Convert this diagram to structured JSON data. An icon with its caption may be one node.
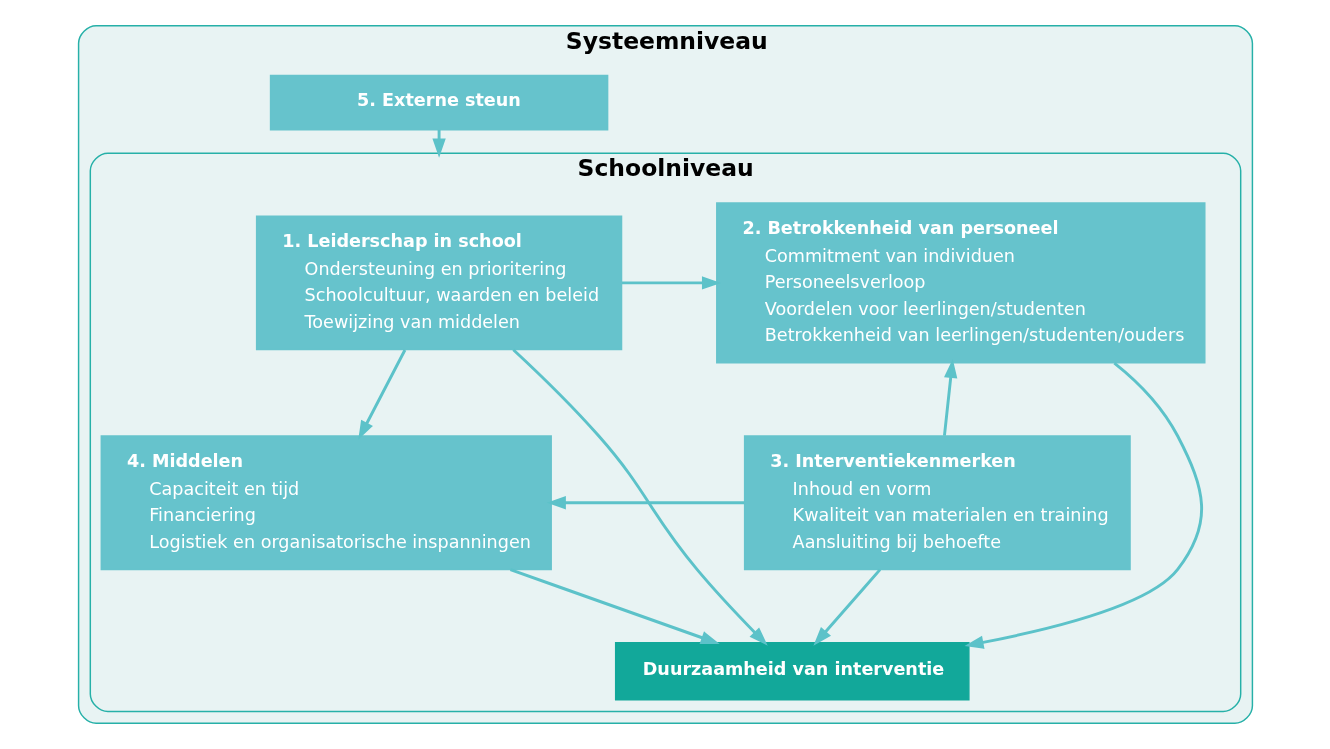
{
  "diagram": {
    "nodes": [
      {
        "text": [
          "Systeemniveau"
        ]
      },
      {
        "text": [
          "5. Externe steun"
        ],
        "in": 0
      },
      {
        "text": [
          "Schoolniveau"
        ],
        "in": 0
      },
      {
        "text": [
          "1. Leiderschap in school",
          "Ondersteuning en prioritering",
          "Schoolcultuur, waarden en beleid",
          "Toewijzing van middelen"
        ],
        "in": 2
      },
      {
        "text": [
          "2. Betrokkenheid van personeel",
          "Commitment van individuen",
          "Personeelsverloop",
          "Voordelen voor leerlingen/studenten",
          "Betrokkenheid van leerlingen/studenten/ouders"
        ],
        "in": 2
      },
      {
        "text": [
          "Duurzaamheid van interventie"
        ],
        "in": 2
      },
      {
        "text": [
          "4. Middelen",
          "Capaciteit en tijd",
          "Financiering",
          "Logistiek en organisatorische inspanningen"
        ],
        "in": 2
      },
      {
        "text": [
          "3. Interventiekenmerken",
          "Inhoud en vorm",
          "Kwaliteit van materialen en training",
          "Aansluiting bij behoefte"
        ],
        "in": 2
      }
    ],
    "edges": [
      {
        "from": 1,
        "to": 2,
        "arrow": "to"
      },
      {
        "from": 3,
        "to": 4,
        "arrow": "to"
      },
      {
        "from": 3,
        "to": 5,
        "arrow": "to"
      },
      {
        "from": 4,
        "to": 5,
        "arrow": "to"
      },
      {
        "from": 3,
        "to": 6,
        "arrow": "to"
      },
      {
        "from": 6,
        "to": 5,
        "arrow": "to"
      },
      {
        "from": 7,
        "to": 5,
        "arrow": "to"
      },
      {
        "from": 7,
        "to": 4,
        "arrow": "to"
      },
      {
        "from": 7,
        "to": 6,
        "arrow": "to"
      }
    ]
  }
}
